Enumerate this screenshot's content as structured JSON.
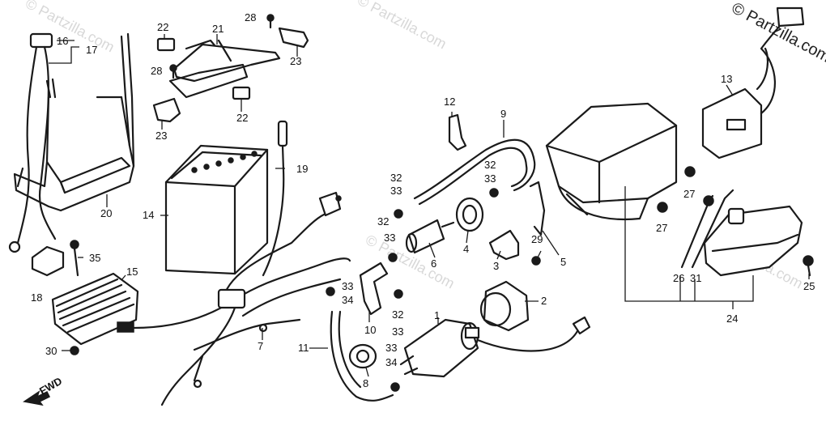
{
  "watermark": {
    "text": "© Partzilla.com",
    "corner_text": "© Partzilla.com",
    "color": "#d8d8d8"
  },
  "direction_label": "FWD",
  "callouts": [
    "1",
    "2",
    "3",
    "4",
    "5",
    "6",
    "7",
    "8",
    "9",
    "10",
    "11",
    "12",
    "13",
    "14",
    "15",
    "16",
    "17",
    "18",
    "19",
    "20",
    "21",
    "22",
    "23",
    "24",
    "25",
    "26",
    "27",
    "28",
    "29",
    "30",
    "31",
    "32",
    "33",
    "34",
    "35"
  ],
  "labels": {
    "l1": "1",
    "l2": "2",
    "l3": "3",
    "l4": "4",
    "l5": "5",
    "l6": "6",
    "l7": "7",
    "l8": "8",
    "l9": "9",
    "l10": "10",
    "l11": "11",
    "l12": "12",
    "l13": "13",
    "l14": "14",
    "l15": "15",
    "l16": "16",
    "l17": "17",
    "l18": "18",
    "l19": "19",
    "l20": "20",
    "l21": "21",
    "l22a": "22",
    "l22b": "22",
    "l23a": "23",
    "l23b": "23",
    "l24": "24",
    "l25": "25",
    "l26": "26",
    "l27a": "27",
    "l27b": "27",
    "l28a": "28",
    "l28b": "28",
    "l29": "29",
    "l30": "30",
    "l31": "31",
    "l32a": "32",
    "l33a": "33",
    "l32b": "32",
    "l33b": "33",
    "l32c": "32",
    "l33c": "33",
    "l32d": "32",
    "l33d": "33",
    "l33e": "33",
    "l34e": "34",
    "l33f": "33",
    "l34f": "34",
    "l35": "35"
  }
}
